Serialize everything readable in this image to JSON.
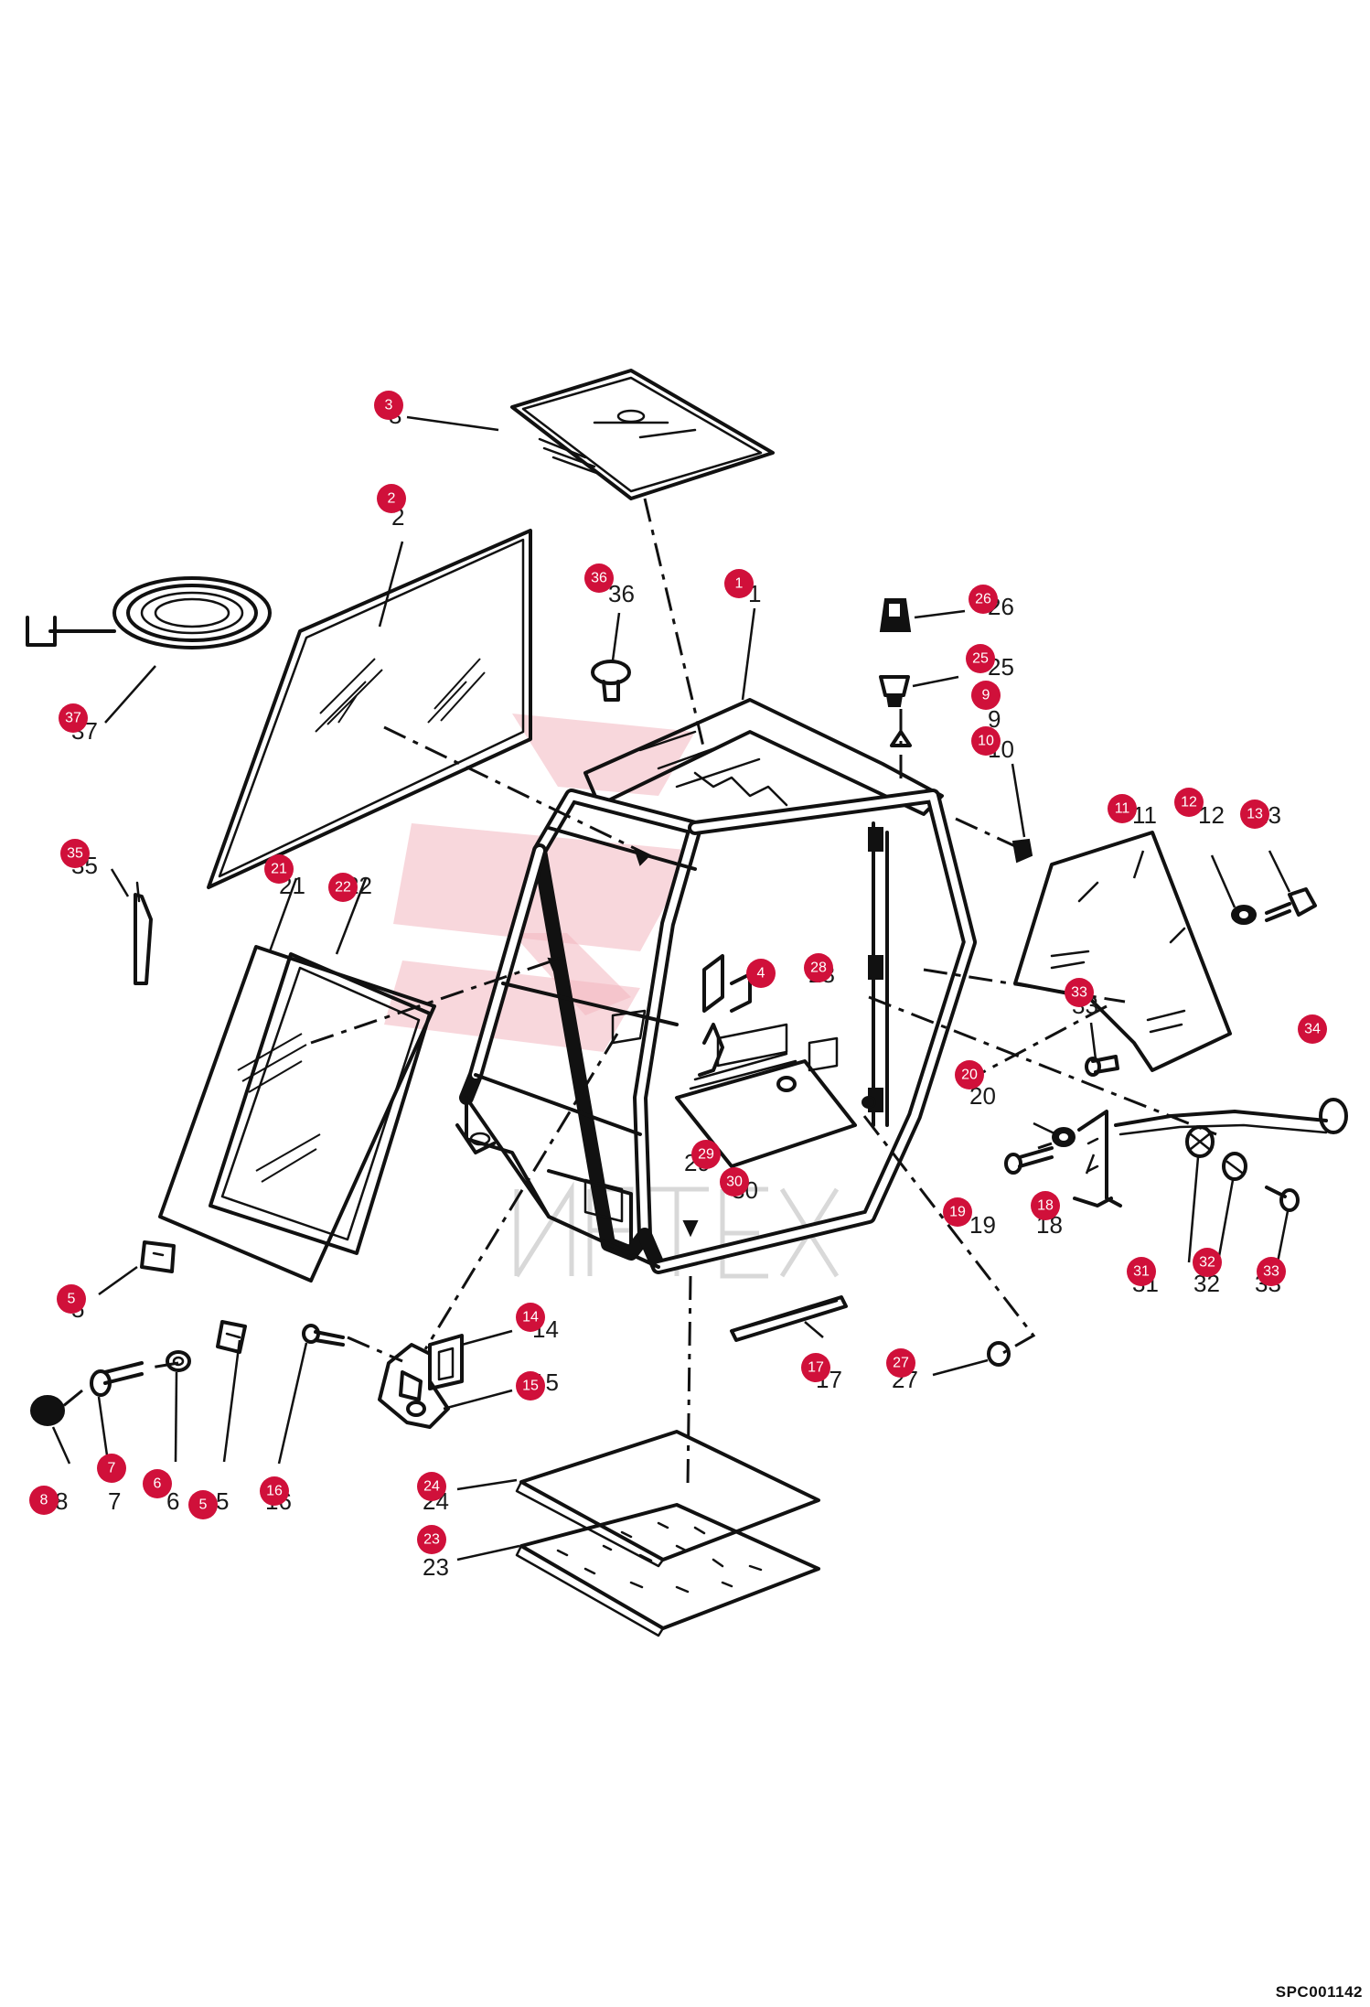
{
  "drawing": {
    "reference_code": "SPC001142"
  },
  "callouts": [
    {
      "n": "1"
    },
    {
      "n": "2"
    },
    {
      "n": "3"
    },
    {
      "n": "4"
    },
    {
      "n": "5"
    },
    {
      "n": "5"
    },
    {
      "n": "6"
    },
    {
      "n": "7"
    },
    {
      "n": "8"
    },
    {
      "n": "9"
    },
    {
      "n": "10"
    },
    {
      "n": "11"
    },
    {
      "n": "12"
    },
    {
      "n": "13"
    },
    {
      "n": "14"
    },
    {
      "n": "15"
    },
    {
      "n": "16"
    },
    {
      "n": "17"
    },
    {
      "n": "18"
    },
    {
      "n": "19"
    },
    {
      "n": "20"
    },
    {
      "n": "21"
    },
    {
      "n": "22"
    },
    {
      "n": "23"
    },
    {
      "n": "24"
    },
    {
      "n": "25"
    },
    {
      "n": "26"
    },
    {
      "n": "27"
    },
    {
      "n": "28"
    },
    {
      "n": "29"
    },
    {
      "n": "30"
    },
    {
      "n": "31"
    },
    {
      "n": "32"
    },
    {
      "n": "33"
    },
    {
      "n": "33"
    },
    {
      "n": "34"
    },
    {
      "n": "35"
    },
    {
      "n": "36"
    },
    {
      "n": "37"
    }
  ],
  "labels": [
    {
      "text": "3"
    },
    {
      "text": "2"
    },
    {
      "text": "36"
    },
    {
      "text": "1"
    },
    {
      "text": "26"
    },
    {
      "text": "25"
    },
    {
      "text": "9"
    },
    {
      "text": "10"
    },
    {
      "text": "11"
    },
    {
      "text": "12"
    },
    {
      "text": "13"
    },
    {
      "text": "37"
    },
    {
      "text": "35"
    },
    {
      "text": "21"
    },
    {
      "text": "22"
    },
    {
      "text": "4"
    },
    {
      "text": "28"
    },
    {
      "text": "33"
    },
    {
      "text": "20"
    },
    {
      "text": "19"
    },
    {
      "text": "18"
    },
    {
      "text": "31"
    },
    {
      "text": "32"
    },
    {
      "text": "33"
    },
    {
      "text": "29"
    },
    {
      "text": "30"
    },
    {
      "text": "5"
    },
    {
      "text": "14"
    },
    {
      "text": "15"
    },
    {
      "text": "17"
    },
    {
      "text": "27"
    },
    {
      "text": "8"
    },
    {
      "text": "7"
    },
    {
      "text": "6"
    },
    {
      "text": "5"
    },
    {
      "text": "16"
    },
    {
      "text": "24"
    },
    {
      "text": "23"
    }
  ],
  "colors": {
    "callout_badge": "#d0103a",
    "watermark": "#f2b6bf"
  }
}
